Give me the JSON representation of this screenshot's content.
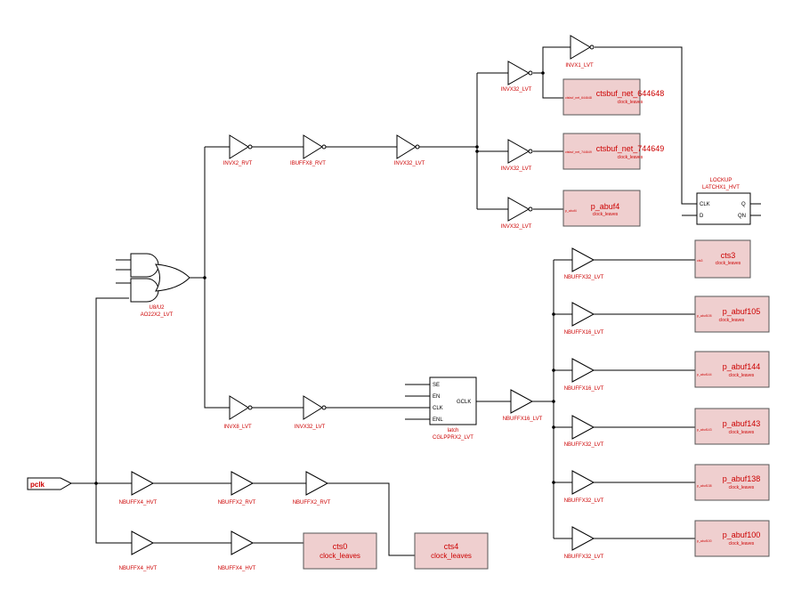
{
  "port": {
    "label": "pclk"
  },
  "mux": {
    "instance": "U8/U2",
    "cell": "AO22X2_LVT"
  },
  "top_chain": [
    "INVX2_RVT",
    "IBUFFX8_RVT",
    "INVX32_LVT"
  ],
  "top_invs": [
    "INVX32_LVT",
    "INVX32_LVT",
    "INVX32_LVT"
  ],
  "invx1": "INVX1_LVT",
  "leaves_top": [
    {
      "name": "ctsbuf_net_644648",
      "sub": "clock_leaves",
      "pin": "ctsbuf_net_644648"
    },
    {
      "name": "ctsbuf_net_744649",
      "sub": "clock_leaves",
      "pin": "ctsbuf_net_744649"
    },
    {
      "name": "p_abuf4",
      "sub": "clock_leaves",
      "pin": "p_abuf4"
    }
  ],
  "lockup": {
    "line1": "LOCKUP",
    "line2": "LATCHX1_HVT",
    "pins": [
      "CLK",
      "D",
      "Q",
      "QN"
    ]
  },
  "mid_chain": [
    "INVX8_LVT",
    "INVX32_LVT"
  ],
  "latch": {
    "pins": [
      "SE",
      "EN",
      "CLK",
      "ENL",
      "GCLK"
    ],
    "line1": "latch",
    "line2": "CGLPPRX2_LVT"
  },
  "nbuf_main": "NBUFFX16_LVT",
  "right_bufs": [
    "NBUFFX32_LVT",
    "NBUFFX16_LVT",
    "NBUFFX16_LVT",
    "NBUFFX32_LVT",
    "NBUFFX32_LVT",
    "NBUFFX32_LVT"
  ],
  "leaves_right": [
    {
      "name": "cts3",
      "sub": "clock_leaves",
      "pin": "cts3"
    },
    {
      "name": "p_abuf105",
      "sub": "clock_leaves",
      "pin": "p_abuf105"
    },
    {
      "name": "p_abuf144",
      "sub": "clock_leaves",
      "pin": "p_abuf144"
    },
    {
      "name": "p_abuf143",
      "sub": "clock_leaves",
      "pin": "p_abuf143"
    },
    {
      "name": "p_abuf138",
      "sub": "clock_leaves",
      "pin": "p_abuf138"
    },
    {
      "name": "p_abuf100",
      "sub": "clock_leaves",
      "pin": "p_abuf100"
    }
  ],
  "bottom_chain1": [
    "NBUFFX4_HVT",
    "NBUFFX2_RVT",
    "NBUFFX2_RVT"
  ],
  "bottom_chain2": [
    "NBUFFX4_HVT",
    "NBUFFX4_HVT"
  ],
  "leaves_bottom": [
    {
      "name": "cts0",
      "sub": "clock_leaves"
    },
    {
      "name": "cts4",
      "sub": "clock_leaves"
    }
  ]
}
